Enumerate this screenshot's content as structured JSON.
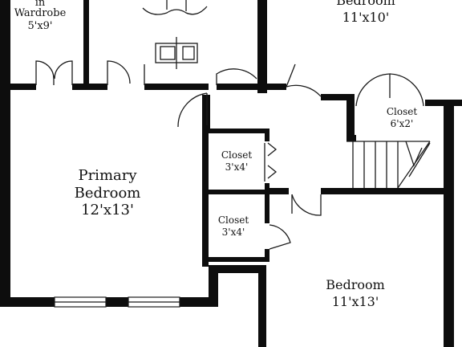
{
  "rooms": {
    "wardrobe": {
      "line1": "in",
      "line2": "Wardrobe",
      "size": "5'x9'"
    },
    "bedroom_top_right": {
      "name": "Bedroom",
      "size": "11'x10'"
    },
    "closet_right": {
      "name": "Closet",
      "size": "6'x2'"
    },
    "closet_hall_upper": {
      "name": "Closet",
      "size": "3'x4'"
    },
    "closet_hall_lower": {
      "name": "Closet",
      "size": "3'x4'"
    },
    "primary_bedroom": {
      "line1": "Primary",
      "line2": "Bedroom",
      "size": "12'x13'"
    },
    "bedroom_bottom_right": {
      "name": "Bedroom",
      "size": "11'x13'"
    }
  },
  "colors": {
    "wall": "#0d0d0d",
    "line": "#1a1a1a",
    "background": "#ffffff"
  }
}
